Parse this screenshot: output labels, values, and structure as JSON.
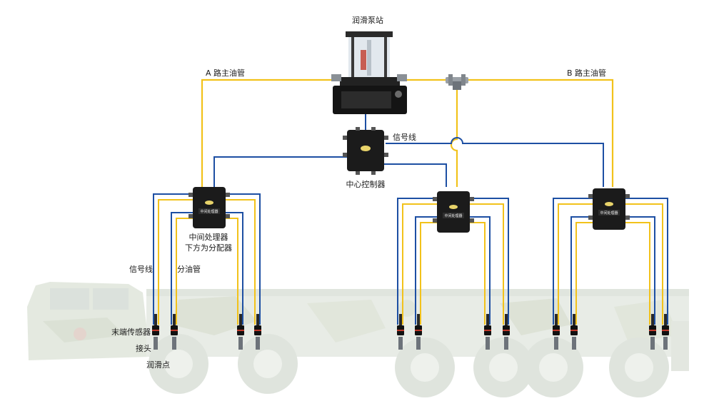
{
  "diagram": {
    "pump_station_label": "润滑泵站",
    "main_line_a_label": "A 路主油管",
    "main_line_b_label": "B 路主油管",
    "signal_line_label": "信号线",
    "central_controller_label": "中心控制器",
    "intermediate_processor_label_1": "中间处理器",
    "intermediate_processor_label_2": "下方为分配器",
    "branch_signal_label": "信号线",
    "branch_oil_label": "分油管",
    "end_sensor_label": "末端传感器",
    "connector_label": "接头",
    "lube_point_label": "润滑点",
    "processor_badge_text": "中间处理器"
  },
  "colors": {
    "oil_line": "#f2c21b",
    "signal_line": "#1d4fa3",
    "unit_body": "#1b1b1b",
    "vehicle_tint": "#dfe6dc"
  }
}
